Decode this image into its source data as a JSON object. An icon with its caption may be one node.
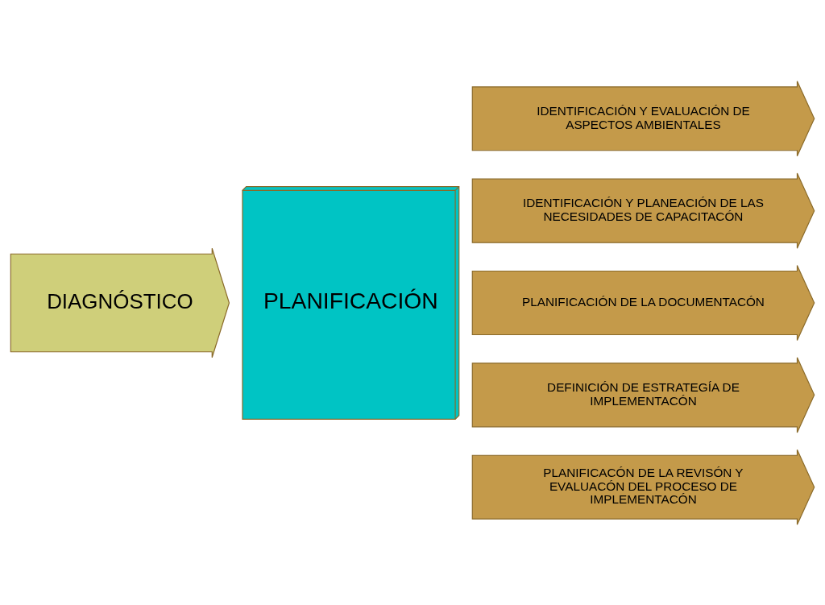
{
  "diagram": {
    "nodes": [
      {
        "text": [
          "DIAGNÓSTICO"
        ]
      },
      {
        "text": [
          "PLANIFICACIÓN"
        ]
      },
      {
        "text": [
          "IDENTIFICACIÓN Y EVALUACIÓN DE ASPECTOS AMBIENTALES"
        ]
      },
      {
        "text": [
          "IDENTIFICACIÓN Y PLANEACIÓN DE LAS NECESIDADES DE CAPACITACÓN"
        ]
      },
      {
        "text": [
          "PLANIFICACIÓN DE LA DOCUMENTACÓN"
        ]
      },
      {
        "text": [
          "DEFINICIÓN DE ESTRATEGÍA DE IMPLEMENTACÓN"
        ]
      },
      {
        "text": [
          "PLANIFICACÓN DE LA REVISÓN Y EVALUACÓN DEL PROCESO DE IMPLEMENTACÓN"
        ]
      }
    ]
  }
}
